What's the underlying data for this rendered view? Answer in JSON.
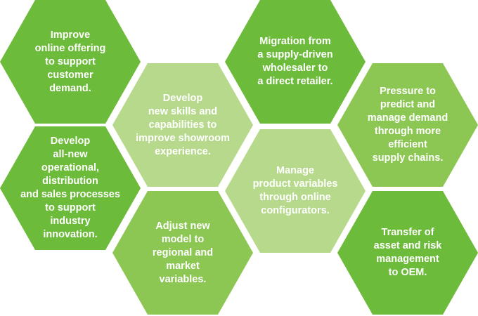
{
  "colors": {
    "dark_green": "#6dbb3a",
    "mid_green": "#8cc653",
    "light_green": "#b6d98b"
  },
  "hexagons": [
    {
      "id": "improve-online-offering",
      "text": "Improve\nonline offering\nto support\ncustomer\ndemand.",
      "color": "#6dbb3a"
    },
    {
      "id": "develop-new-skills",
      "text": "Develop\nnew skills and\ncapabilities to\nimprove showroom\nexperience.",
      "color": "#b6d98b"
    },
    {
      "id": "migration",
      "text": "Migration from\na supply-driven\nwholesaler to\na direct retailer.",
      "color": "#6dbb3a"
    },
    {
      "id": "pressure-to-predict",
      "text": "Pressure to\npredict and\nmanage demand\nthrough more\nefficient\nsupply chains.",
      "color": "#8cc653"
    },
    {
      "id": "develop-all-new",
      "text": "Develop\nall-new\noperational,\ndistribution\nand sales processes\nto support\nindustry\ninnovation.",
      "color": "#6dbb3a"
    },
    {
      "id": "manage-product-variables",
      "text": "Manage\nproduct variables\nthrough online\nconfigurators.",
      "color": "#b6d98b"
    },
    {
      "id": "adjust-new-model",
      "text": "Adjust new\nmodel to\nregional and\nmarket\nvariables.",
      "color": "#8cc653"
    },
    {
      "id": "transfer-of-asset",
      "text": "Transfer of\nasset and risk\nmanagement\nto OEM.",
      "color": "#6dbb3a"
    }
  ]
}
